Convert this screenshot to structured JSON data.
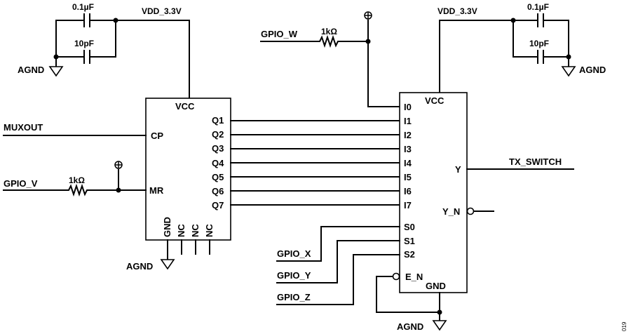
{
  "supply": {
    "vdd_left": "VDD_3.3V",
    "vdd_right": "VDD_3.3V",
    "agnd_top_left": "AGND",
    "agnd_top_right": "AGND",
    "agnd_counter": "AGND",
    "agnd_mux": "AGND"
  },
  "capacitors": {
    "left_large": "0.1µF",
    "left_small": "10pF",
    "right_large": "0.1µF",
    "right_small": "10pF"
  },
  "resistors": {
    "gpio_w": "1kΩ",
    "gpio_v": "1kΩ"
  },
  "nets": {
    "muxout": "MUXOUT",
    "gpio_v": "GPIO_V",
    "gpio_w": "GPIO_W",
    "gpio_x": "GPIO_X",
    "gpio_y": "GPIO_Y",
    "gpio_z": "GPIO_Z",
    "tx_switch": "TX_SWITCH"
  },
  "counter": {
    "vcc": "VCC",
    "cp": "CP",
    "mr": "MR",
    "outputs": [
      "Q1",
      "Q2",
      "Q3",
      "Q4",
      "Q5",
      "Q6",
      "Q7"
    ],
    "bottom_pins": [
      "GND",
      "NC",
      "NC",
      "NC"
    ]
  },
  "mux": {
    "vcc": "VCC",
    "inputs": [
      "I0",
      "I1",
      "I2",
      "I3",
      "I4",
      "I5",
      "I6",
      "I7"
    ],
    "selects": [
      "S0",
      "S1",
      "S2"
    ],
    "enable": "E_N",
    "gnd": "GND",
    "out_y": "Y",
    "out_yn": "Y_N"
  },
  "figure_id": "019"
}
